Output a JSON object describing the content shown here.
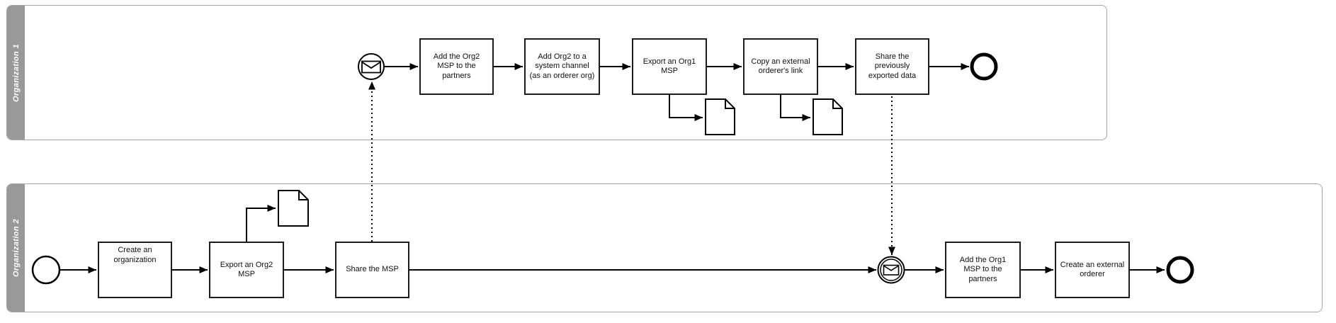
{
  "diagram_type": "BPMN collaboration diagram (two pools)",
  "colors": {
    "background": "#ffffff",
    "lane_band": "#999999",
    "lane_border": "#a6a6a6",
    "lane_label_text": "#ffffff",
    "task_border": "#1c1c1c",
    "shape_stroke": "#000000"
  },
  "lanes": [
    {
      "label": "Organization 1",
      "start_event": "message start event (envelope)",
      "end_event": "end event (thick circle)",
      "tasks": [
        {
          "label": "Add the Org2\nMSP to the\npartners"
        },
        {
          "label": "Add Org2 to a\nsystem channel\n(as an orderer org)"
        },
        {
          "label": "Export an Org1\nMSP",
          "output_document": true
        },
        {
          "label": "Copy an external\norderer's link",
          "output_document": true
        },
        {
          "label": "Share the\npreviously\nexported data"
        }
      ]
    },
    {
      "label": "Organization 2",
      "start_event": "start event (circle)",
      "intermediate_event": "message catch event (double circle envelope)",
      "end_event": "end event (thick circle)",
      "tasks": [
        {
          "label": "Create an\norganization",
          "subprocess_marker": true
        },
        {
          "label": "Export an Org2\nMSP",
          "output_document": true
        },
        {
          "label": "Share the MSP"
        },
        {
          "label": "Add the Org1\nMSP to the\npartners"
        },
        {
          "label": "Create an external\norderer"
        }
      ]
    }
  ],
  "message_flows": [
    {
      "from": "Share the MSP",
      "to": "Organization 1 message start event",
      "style": "dotted"
    },
    {
      "from": "Share the previously exported data",
      "to": "Organization 2 message catch event",
      "style": "dotted"
    }
  ]
}
